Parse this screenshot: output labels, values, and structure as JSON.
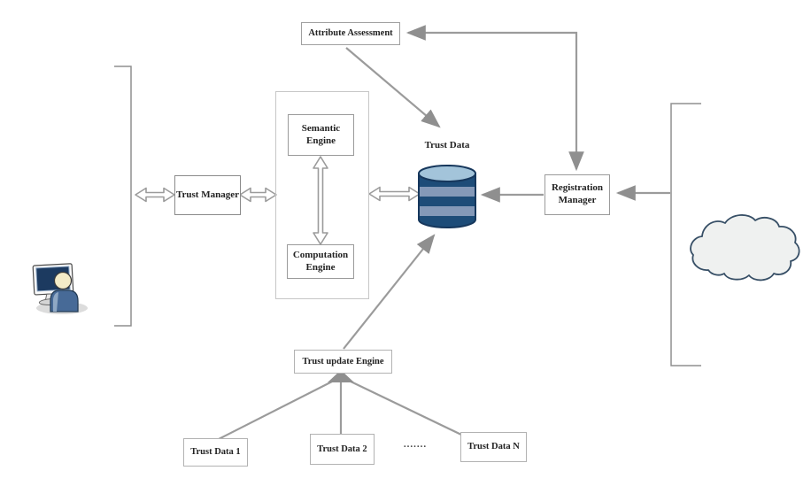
{
  "diagram": {
    "nodes": {
      "attribute_assessment": "Attribute Assessment",
      "semantic_engine": "Semantic Engine",
      "computation_engine": "Computation Engine",
      "trust_manager": "Trust Manager",
      "registration_manager": "Registration Manager",
      "trust_update_engine": "Trust update Engine",
      "trust_data_1": "Trust Data 1",
      "trust_data_2": "Trust Data 2",
      "trust_data_n": "Trust Data N",
      "ellipsis": "......."
    },
    "labels": {
      "trust_data_store": "Trust Data"
    },
    "icons": {
      "database": "database-icon",
      "cloud": "cloud-icon",
      "user_at_computer": "user-computer-icon",
      "double_arrow": "double-headed-arrow-icon"
    },
    "colors": {
      "line_gray": "#9b9b9b",
      "arrow_fill": "#8f8f8f",
      "bracket_gray": "#8f8f8f",
      "box_border": "#9a9a9a",
      "text": "#222222",
      "db_dark_band": "#1d4c78",
      "db_light_band": "#8499b8",
      "db_top": "#a3c4da",
      "db_outline": "#16375c",
      "cloud_fill": "#eff1f0",
      "cloud_outline": "#374f66",
      "screen_blue": "#1c3a60",
      "person_body": "#476a97",
      "person_head": "#f4ecc8"
    }
  }
}
